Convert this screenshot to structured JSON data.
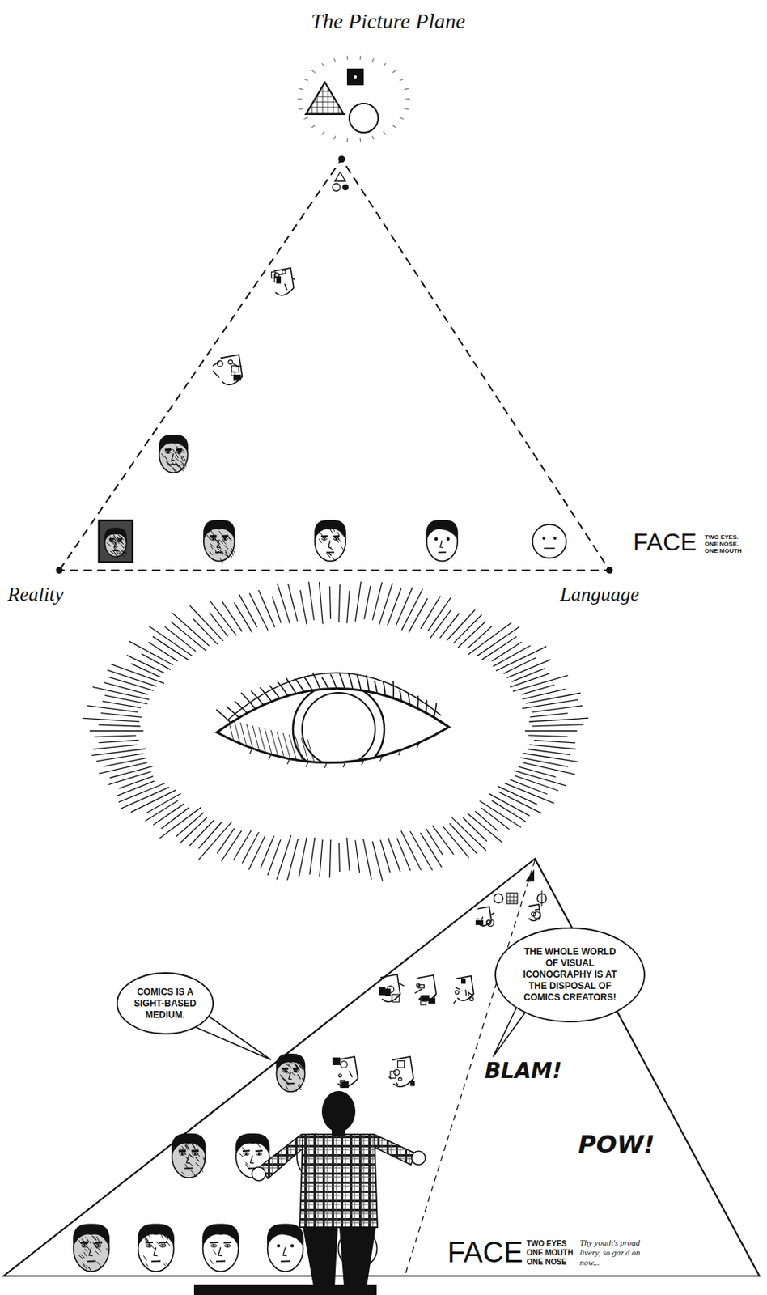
{
  "diagram": {
    "nodes": [
      {
        "text": [
          "COMICS IS A SIGHT-BASED MEDIUM."
        ]
      },
      {
        "text": [
          "THE WHOLE WORLD OF VISUAL ICONOGRAPHY IS AT THE DISPOSAL OF COMICS CREATORS!"
        ]
      }
    ],
    "labels": [
      "The Picture Plane",
      "Reality",
      "Language",
      "FACE",
      "TWO EYES. ONE NOSE. ONE MOUTH",
      "BLAM!",
      "POW!",
      "FACE",
      "TWO EYES ONE MOUTH ONE NOSE",
      "Thy youth's proud livery, so gaz'd on now..."
    ]
  }
}
